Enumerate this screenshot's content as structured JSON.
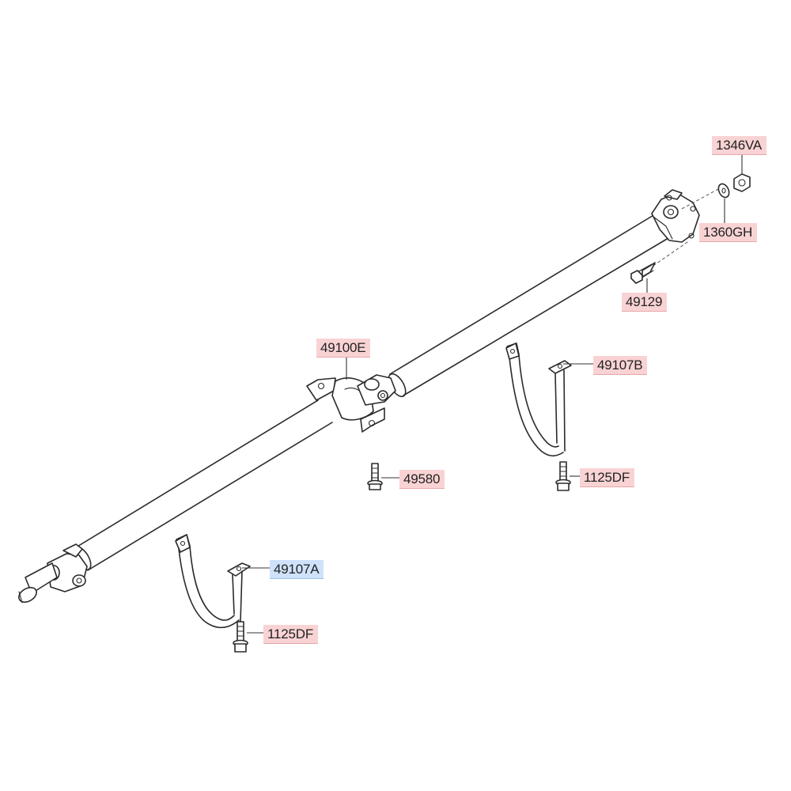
{
  "labels": {
    "nut_1346VA": "1346VA",
    "washer_1360GH": "1360GH",
    "bolt_49129": "49129",
    "center_bearing_49100E": "49100E",
    "bracket_49107B": "49107B",
    "bolt_49580": "49580",
    "bolt_1125DF_right": "1125DF",
    "bracket_49107A": "49107A",
    "bolt_1125DF_left": "1125DF"
  },
  "colors": {
    "label_highlight": "#f9d3d4",
    "label_selected": "#cfe2fa",
    "line": "#2b2b2b"
  },
  "selected_part": "49107A"
}
